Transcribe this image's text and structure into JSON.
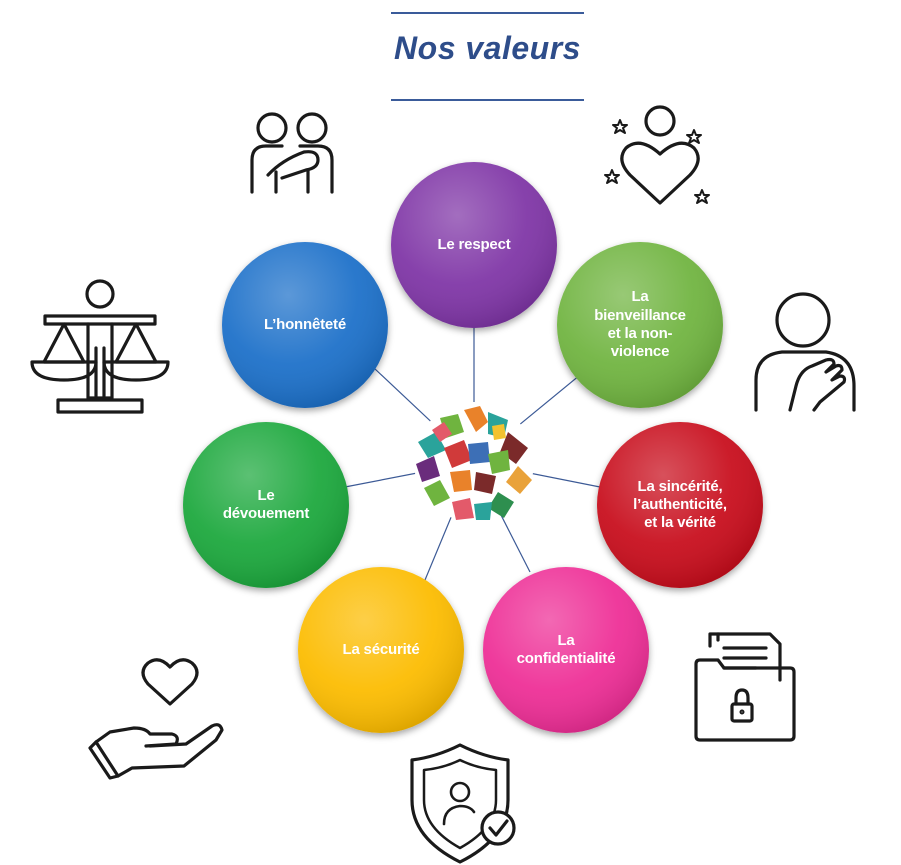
{
  "title": "Nos valeurs",
  "values": [
    {
      "label": "Le respect",
      "color": "#7f35a6",
      "icon": "people-hug-icon"
    },
    {
      "label": "La\nbienveillance\net la non-\nviolence",
      "color": "#6fb43f",
      "icon": "heart-person-icon"
    },
    {
      "label": "La sincérité,\nl’authenticité,\net la vérité",
      "color": "#c8101a",
      "icon": "hand-on-heart-icon"
    },
    {
      "label": "La\nconfidentialité",
      "color": "#ee2e96",
      "icon": "locked-folder-icon"
    },
    {
      "label": "La sécurité",
      "color": "#fcbc05",
      "icon": "shield-user-check-icon"
    },
    {
      "label": "Le\ndévouement",
      "color": "#1ea83e",
      "icon": "heart-in-hand-icon"
    },
    {
      "label": "L’honnêteté",
      "color": "#1d6fc9",
      "icon": "balance-scale-icon"
    }
  ],
  "center_icon": "hands-circle-icon",
  "colors": {
    "title": "#2e4d8a",
    "connector": "#3c5a96"
  }
}
